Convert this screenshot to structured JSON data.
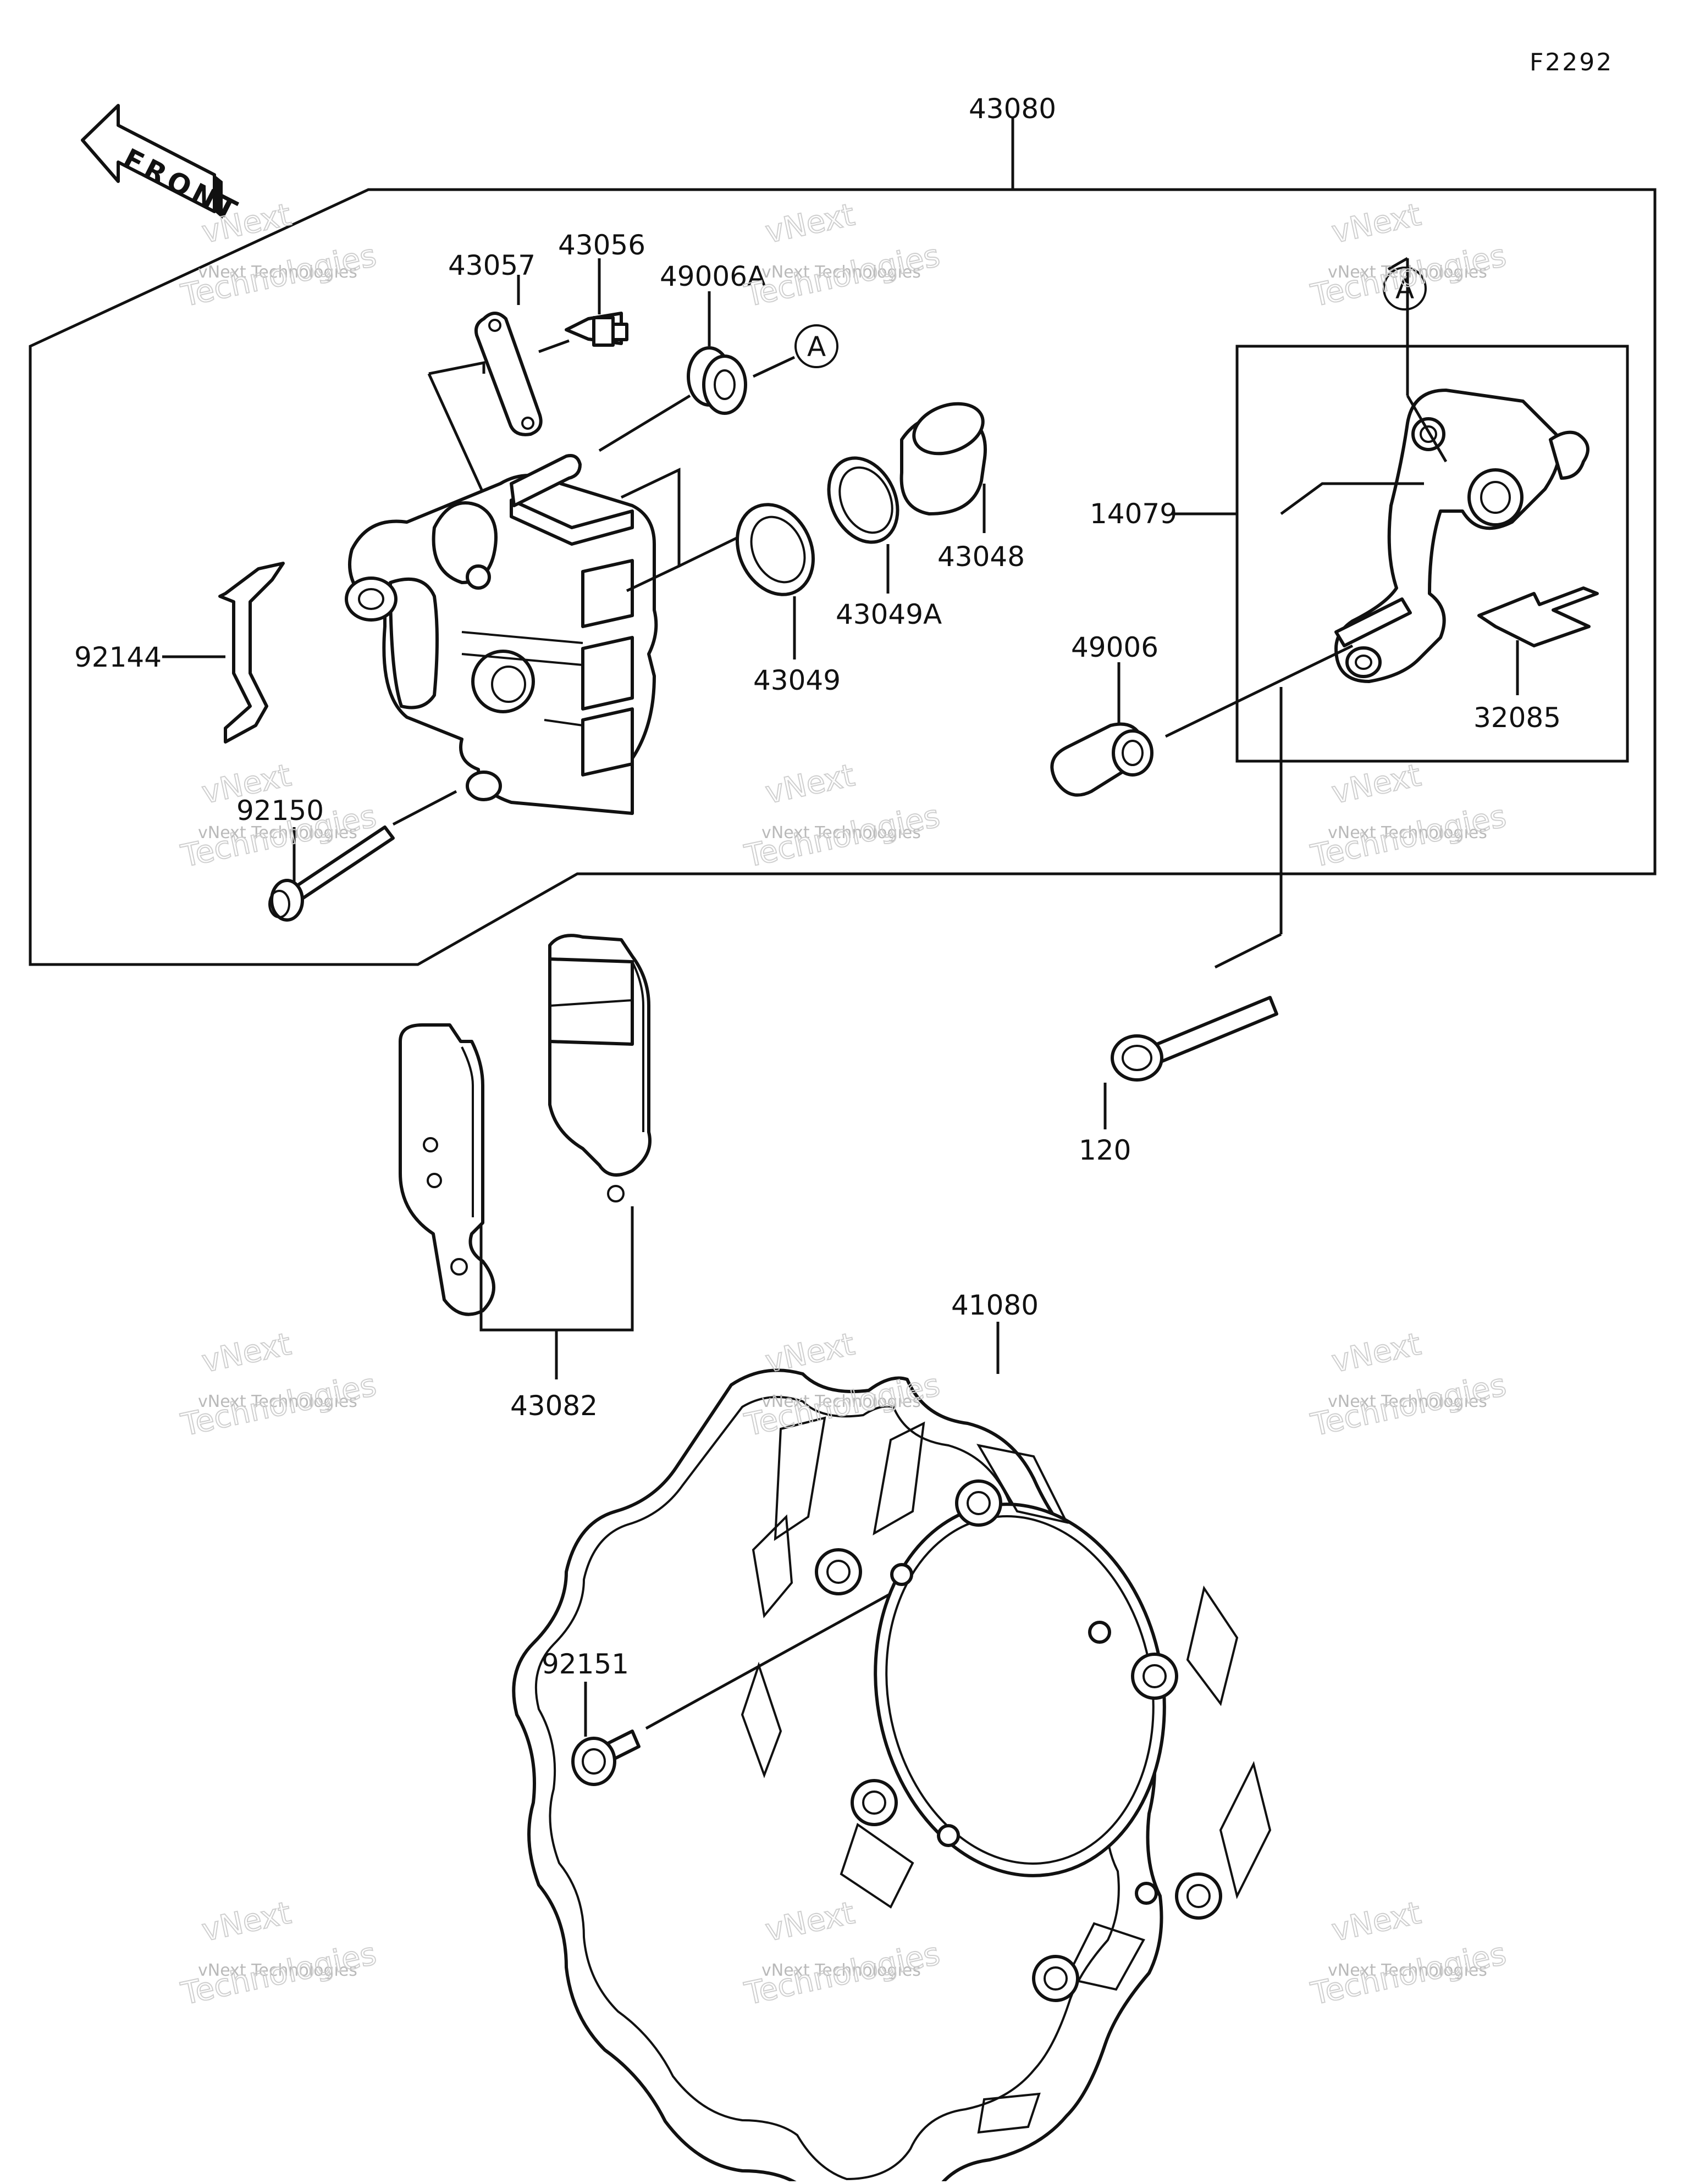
{
  "diagram_code": "F2292",
  "front_arrow_text": "FRONT",
  "callout_marker": "A",
  "part_labels": {
    "p43080": "43080",
    "p43057": "43057",
    "p43056": "43056",
    "p49006A": "49006A",
    "p92144": "92144",
    "p92150": "92150",
    "p43049": "43049",
    "p43049A": "43049A",
    "p43048": "43048",
    "p14079": "14079",
    "p49006": "49006",
    "p32085": "32085",
    "p120": "120",
    "p43082": "43082",
    "p41080": "41080",
    "p92151": "92151"
  },
  "watermark": {
    "line1": "vNext",
    "line2": "vNext Technologies",
    "line3": "Technologies"
  }
}
